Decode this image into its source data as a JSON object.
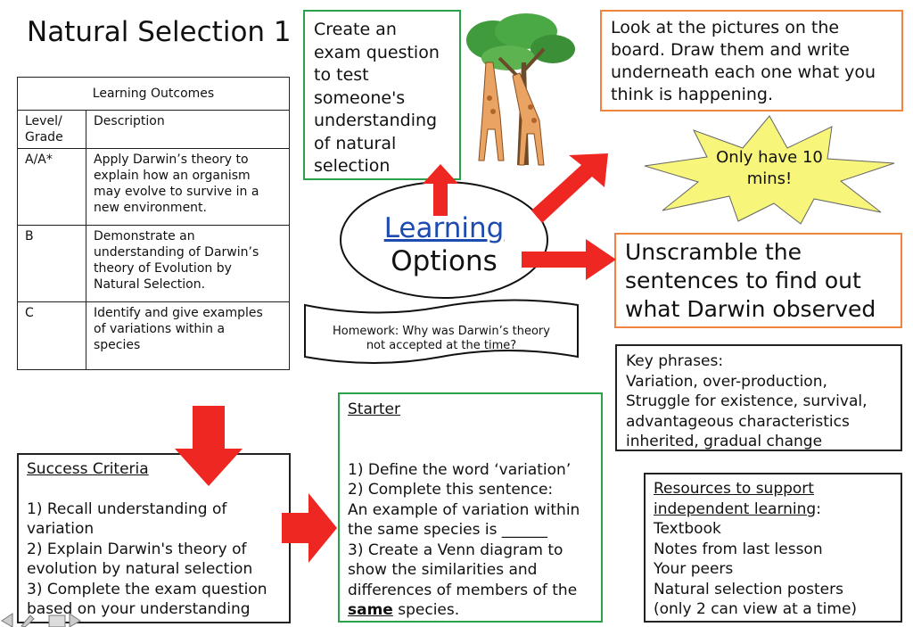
{
  "title": "Natural Selection 1",
  "learning_outcomes": {
    "header": "Learning Outcomes",
    "col_level": [
      "Level/",
      "Grade"
    ],
    "col_description": "Description",
    "rows": [
      {
        "grade": "A/A*",
        "lines": [
          "Apply Darwin’s theory to",
          "explain how an organism",
          "may evolve to survive in a",
          "new environment."
        ]
      },
      {
        "grade": "B",
        "lines": [
          "Demonstrate an",
          "understanding of Darwin’s",
          "theory of Evolution by",
          "Natural Selection."
        ]
      },
      {
        "grade": "C",
        "lines": [
          "Identify and give examples",
          "of variations within a",
          "species"
        ]
      }
    ]
  },
  "exam_task": {
    "lines": [
      "Create an",
      "exam question",
      "to test",
      "someone's",
      "understanding",
      "of natural",
      "selection"
    ]
  },
  "pictures_task": {
    "lines": [
      "Look at the pictures on the",
      "board. Draw them and write",
      "underneath each one what you",
      "think is happening."
    ]
  },
  "starburst": {
    "lines": [
      "Only have 10",
      "mins!"
    ]
  },
  "center": {
    "link": "Learning",
    "text": "Options"
  },
  "unscramble_task": {
    "lines": [
      "Unscramble the",
      "sentences to find out",
      "what Darwin observed"
    ]
  },
  "homework": {
    "lines": [
      "Homework: Why was Darwin’s theory",
      "not accepted at the time?"
    ]
  },
  "key_phrases": {
    "lines": [
      "Key phrases:",
      "Variation, over-production,",
      "Struggle for existence, survival,",
      "advantageous characteristics",
      "inherited, gradual change"
    ]
  },
  "success": {
    "heading": "Success Criteria",
    "lines": [
      "1) Recall understanding of",
      "variation",
      "2) Explain Darwin's theory of",
      "evolution by natural selection",
      "3) Complete the exam question",
      "based on your understanding"
    ]
  },
  "starter": {
    "heading": "Starter",
    "lines": [
      "1) Define the word ‘variation’",
      "2) Complete this sentence:",
      "An example of variation within",
      "the same species is ______",
      "3) Create a Venn diagram to",
      "show the similarities and",
      "differences of members of the"
    ],
    "last_bold": "same",
    "last_rest": " species."
  },
  "resources": {
    "heading_line1": "Resources to support",
    "heading_line2": "independent learning",
    "heading_colon": ":",
    "lines": [
      "Textbook",
      "Notes from last lesson",
      "Your peers",
      "Natural selection posters",
      "(only 2 can view at a time)"
    ]
  },
  "colors": {
    "arrow": "#ee2722",
    "green": "#2aa14a",
    "orange": "#f0843e",
    "star": "#f7f57a",
    "link": "#1d4bb0"
  }
}
